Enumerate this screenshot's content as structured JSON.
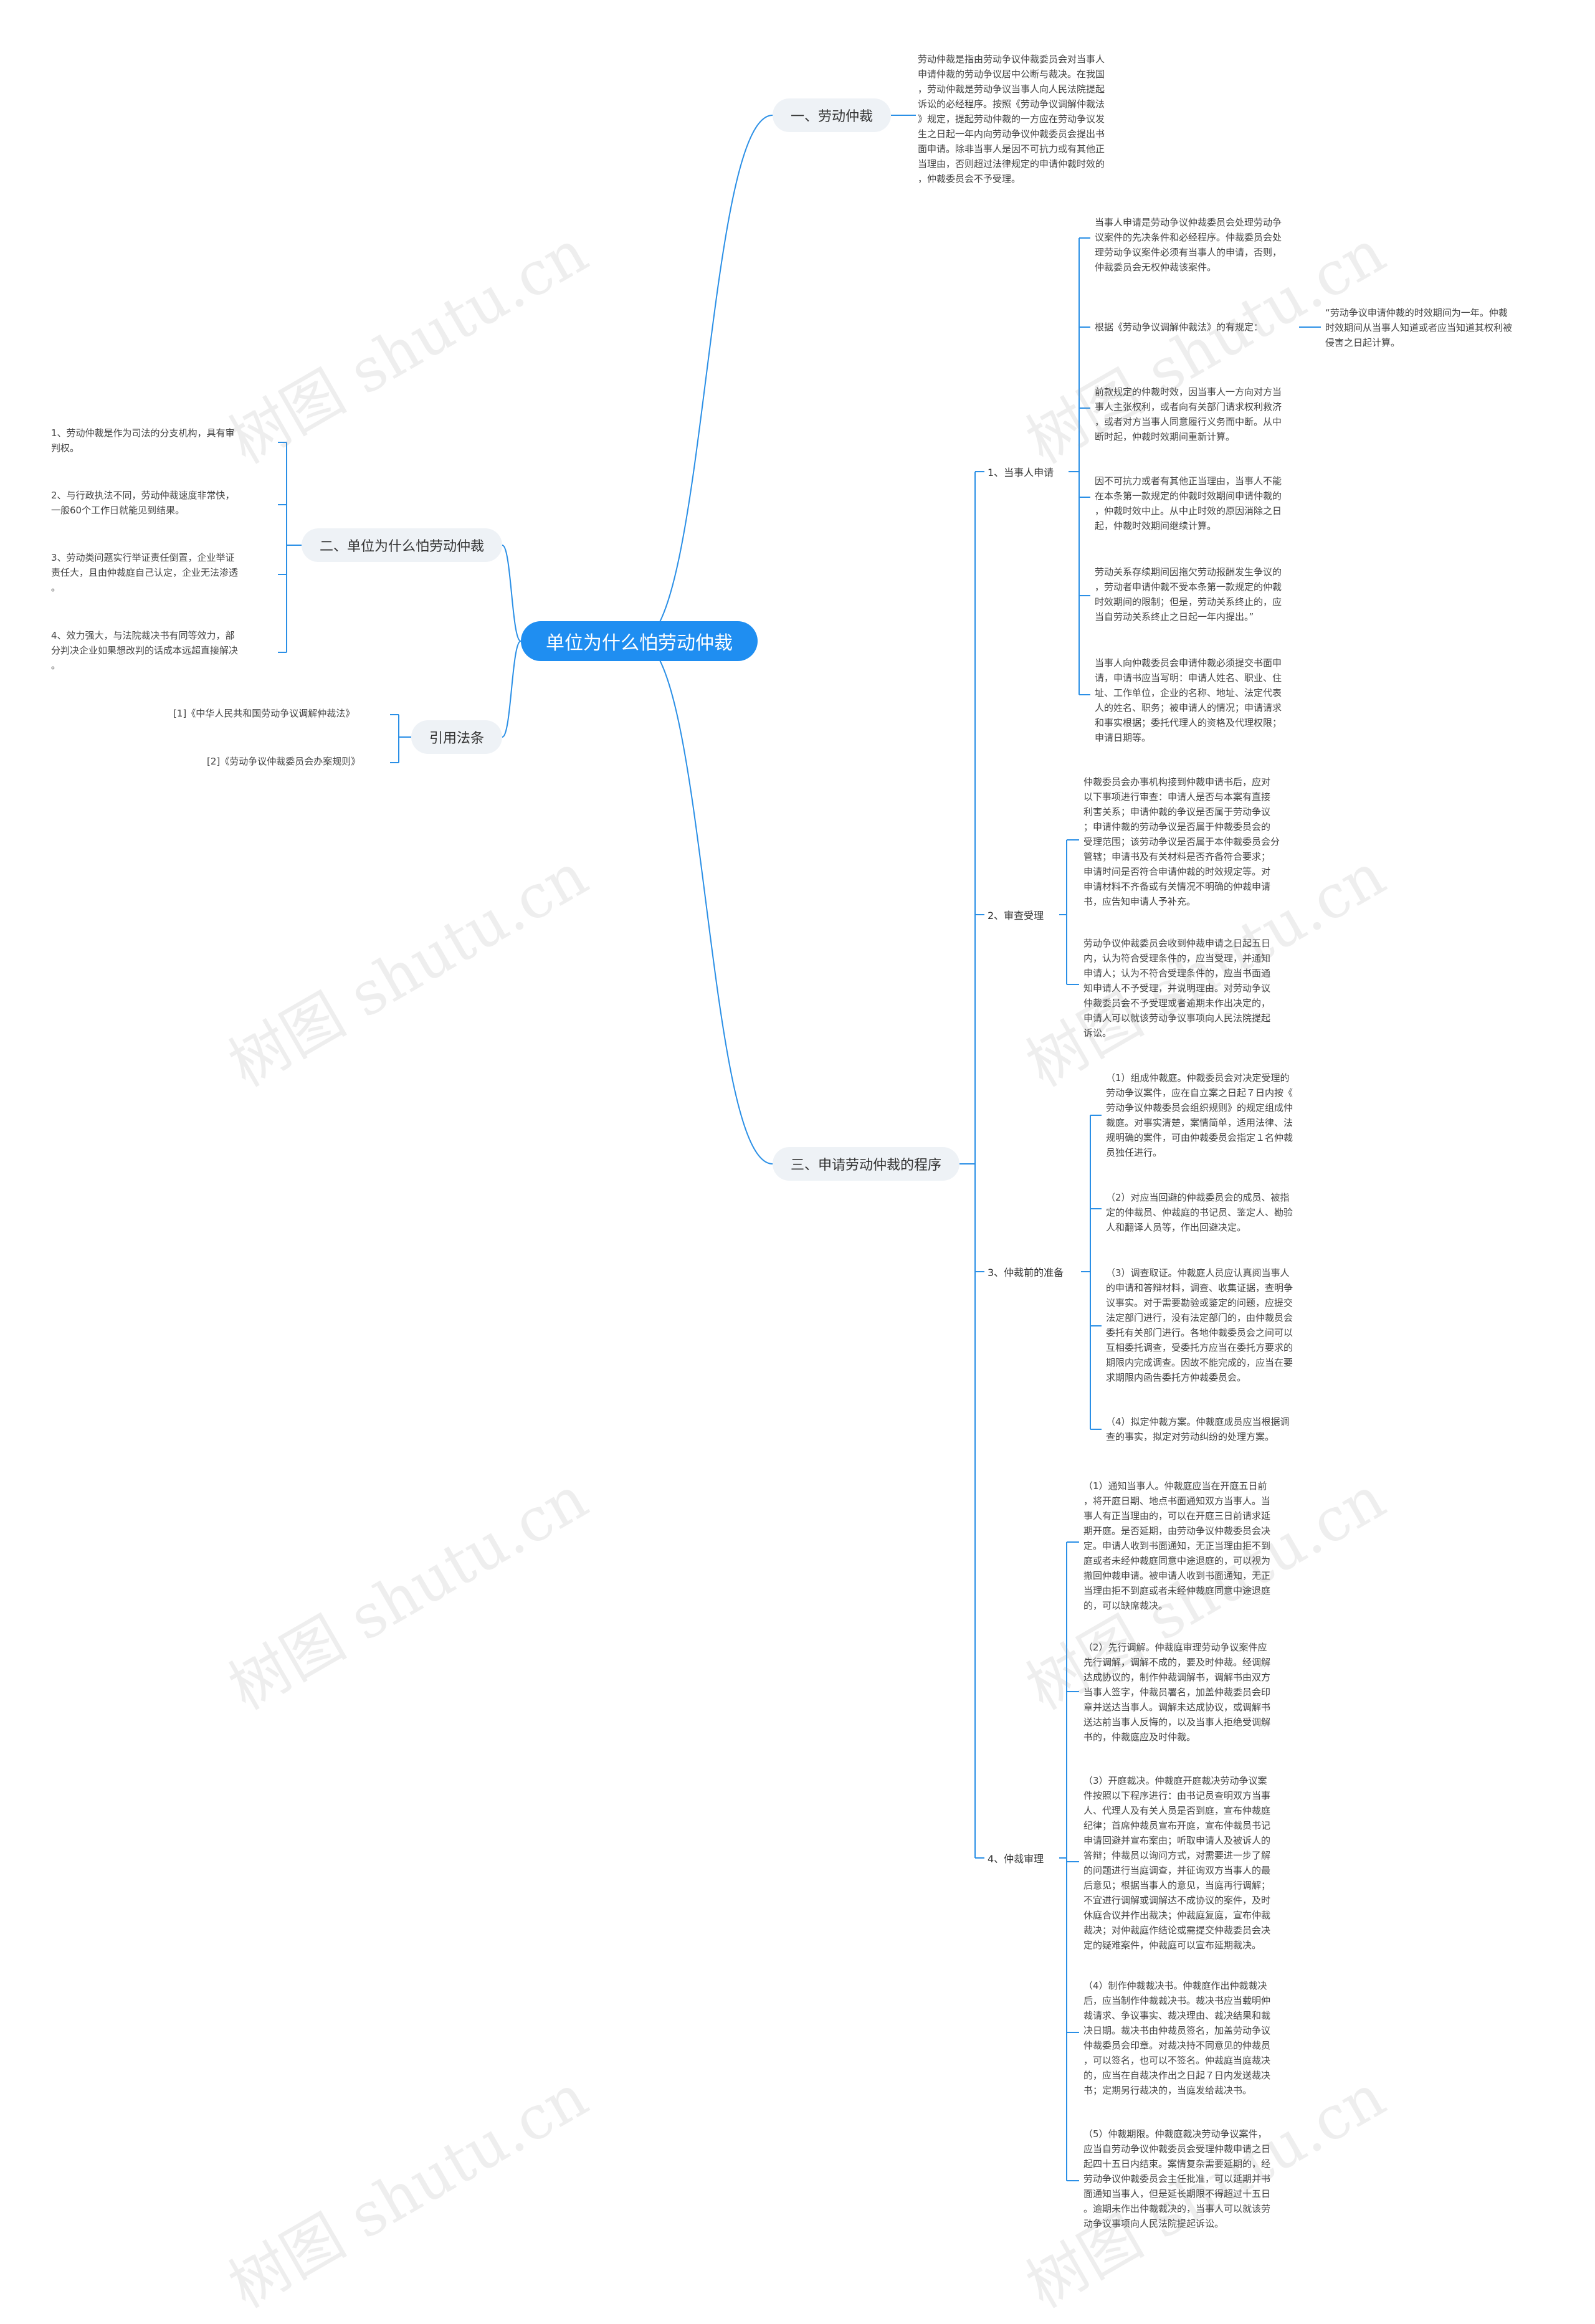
{
  "watermark": "树图 shutu.cn",
  "colors": {
    "root_bg": "#1f8ef1",
    "line": "#2a8fe6",
    "branch_bg": "#eef2f6"
  },
  "root": "单位为什么怕劳动仲裁",
  "branches": {
    "b1": {
      "label": "一、劳动仲裁",
      "text": "劳动仲裁是指由劳动争议仲裁委员会对当事人\n申请仲裁的劳动争议居中公断与裁决。在我国\n，劳动仲裁是劳动争议当事人向人民法院提起\n诉讼的必经程序。按照《劳动争议调解仲裁法\n》规定，提起劳动仲裁的一方应在劳动争议发\n生之日起一年内向劳动争议仲裁委员会提出书\n面申请。除非当事人是因不可抗力或有其他正\n当理由，否则超过法律规定的申请仲裁时效的\n，仲裁委员会不予受理。"
    },
    "b2": {
      "label": "二、单位为什么怕劳动仲裁",
      "items": [
        "1、劳动仲裁是作为司法的分支机构，具有审\n判权。",
        "2、与行政执法不同，劳动仲裁速度非常快，\n一般60个工作日就能见到结果。",
        "3、劳动类问题实行举证责任倒置，企业举证\n责任大，且由仲裁庭自己认定，企业无法渗透\n。",
        "4、效力强大，与法院裁决书有同等效力，部\n分判决企业如果想改判的话成本远超直接解决\n。"
      ]
    },
    "b3": {
      "label": "引用法条",
      "items": [
        "[1]《中华人民共和国劳动争议调解仲裁法》",
        "[2]《劳动争议仲裁委员会办案规则》"
      ]
    },
    "b4": {
      "label": "三、申请劳动仲裁的程序",
      "s1": {
        "label": "1、当事人申请",
        "n1": "当事人申请是劳动争议仲裁委员会处理劳动争\n议案件的先决条件和必经程序。仲裁委员会处\n理劳动争议案件必须有当事人的申请，否则，\n仲裁委员会无权仲裁该案件。",
        "n2": "根据《劳动争议调解仲裁法》的有规定：",
        "n2_quote": "“劳动争议申请仲裁的时效期间为一年。仲裁\n时效期间从当事人知道或者应当知道其权利被\n侵害之日起计算。",
        "n3": "前款规定的仲裁时效，因当事人一方向对方当\n事人主张权利，或者向有关部门请求权利救济\n，或者对方当事人同意履行义务而中断。从中\n断时起，仲裁时效期间重新计算。",
        "n4": "因不可抗力或者有其他正当理由，当事人不能\n在本条第一款规定的仲裁时效期间申请仲裁的\n，仲裁时效中止。从中止时效的原因消除之日\n起，仲裁时效期间继续计算。",
        "n5": "劳动关系存续期间因拖欠劳动报酬发生争议的\n，劳动者申请仲裁不受本条第一款规定的仲裁\n时效期间的限制；但是，劳动关系终止的，应\n当自劳动关系终止之日起一年内提出。”",
        "n6": "当事人向仲裁委员会申请仲裁必须提交书面申\n请，申请书应当写明：申请人姓名、职业、住\n址、工作单位，企业的名称、地址、法定代表\n人的姓名、职务；被申请人的情况；申请请求\n和事实根据；委托代理人的资格及代理权限；\n申请日期等。"
      },
      "s2": {
        "label": "2、审查受理",
        "n1": "仲裁委员会办事机构接到仲裁申请书后，应对\n以下事项进行审查：申请人是否与本案有直接\n利害关系；申请仲裁的争议是否属于劳动争议\n；申请仲裁的劳动争议是否属于仲裁委员会的\n受理范围；该劳动争议是否属于本仲裁委员会分\n管辖；申请书及有关材料是否齐备符合要求；\n申请时间是否符合申请仲裁的时效规定等。对\n申请材料不齐备或有关情况不明确的仲裁申请\n书，应告知申请人予补充。",
        "n2": "劳动争议仲裁委员会收到仲裁申请之日起五日\n内，认为符合受理条件的，应当受理，并通知\n申请人；认为不符合受理条件的，应当书面通\n知申请人不予受理，并说明理由。对劳动争议\n仲裁委员会不予受理或者逾期未作出决定的，\n申请人可以就该劳动争议事项向人民法院提起\n诉讼。"
      },
      "s3": {
        "label": "3、仲裁前的准备",
        "n1": "（1）组成仲裁庭。仲裁委员会对决定受理的\n劳动争议案件，应在自立案之日起７日内按《\n劳动争议仲裁委员会组织规则》的规定组成仲\n裁庭。对事实清楚，案情简单，适用法律、法\n规明确的案件，可由仲裁委员会指定１名仲裁\n员独任进行。",
        "n2": "（2）对应当回避的仲裁委员会的成员、被指\n定的仲裁员、仲裁庭的书记员、鉴定人、勘验\n人和翻译人员等，作出回避决定。",
        "n3": "（3）调查取证。仲裁庭人员应认真阅当事人\n的申请和答辩材料，调查、收集证据，查明争\n议事实。对于需要勘验或鉴定的问题，应提交\n法定部门进行，没有法定部门的，由仲裁员会\n委托有关部门进行。各地仲裁委员会之间可以\n互相委托调查，受委托方应当在委托方要求的\n期限内完成调查。因故不能完成的，应当在要\n求期限内函告委托方仲裁委员会。",
        "n4": "（4）拟定仲裁方案。仲裁庭成员应当根据调\n查的事实，拟定对劳动纠纷的处理方案。"
      },
      "s4": {
        "label": "4、仲裁审理",
        "n1": "（1）通知当事人。仲裁庭应当在开庭五日前\n，将开庭日期、地点书面通知双方当事人。当\n事人有正当理由的，可以在开庭三日前请求延\n期开庭。是否延期，由劳动争议仲裁委员会决\n定。申请人收到书面通知，无正当理由拒不到\n庭或者未经仲裁庭同意中途退庭的，可以视为\n撤回仲裁申请。被申请人收到书面通知，无正\n当理由拒不到庭或者未经仲裁庭同意中途退庭\n的，可以缺席裁决。",
        "n2": "（2）先行调解。仲裁庭审理劳动争议案件应\n先行调解，调解不成的，要及时仲裁。经调解\n达成协议的，制作仲裁调解书，调解书由双方\n当事人签字，仲裁员署名，加盖仲裁委员会印\n章并送达当事人。调解未达成协议，或调解书\n送达前当事人反悔的，以及当事人拒绝受调解\n书的，仲裁庭应及时仲裁。",
        "n3": "（3）开庭裁决。仲裁庭开庭裁决劳动争议案\n件按照以下程序进行：由书记员查明双方当事\n人、代理人及有关人员是否到庭，宣布仲裁庭\n纪律；首席仲裁员宣布开庭，宣布仲裁员书记\n申请回避并宣布案由；听取申请人及被诉人的\n答辩；仲裁员以询问方式，对需要进一步了解\n的问题进行当庭调查，并征询双方当事人的最\n后意见；根据当事人的意见，当庭再行调解；\n不宜进行调解或调解达不成协议的案件，及时\n休庭合议并作出裁决；仲裁庭复庭，宣布仲裁\n裁决；对仲裁庭作结论或需提交仲裁委员会决\n定的疑难案件，仲裁庭可以宣布延期裁决。",
        "n4": "（4）制作仲裁裁决书。仲裁庭作出仲裁裁决\n后，应当制作仲裁裁决书。裁决书应当载明仲\n裁请求、争议事实、裁决理由、裁决结果和裁\n决日期。裁决书由仲裁员签名，加盖劳动争议\n仲裁委员会印章。对裁决持不同意见的仲裁员\n，可以签名，也可以不签名。仲裁庭当庭裁决\n的，应当在自裁决作出之日起７日内发送裁决\n书；定期另行裁决的，当庭发给裁决书。",
        "n5": "（5）仲裁期限。仲裁庭裁决劳动争议案件，\n应当自劳动争议仲裁委员会受理仲裁申请之日\n起四十五日内结束。案情复杂需要延期的，经\n劳动争议仲裁委员会主任批准，可以延期并书\n面通知当事人，但是延长期限不得超过十五日\n。逾期未作出仲裁裁决的，当事人可以就该劳\n动争议事项向人民法院提起诉讼。"
      }
    }
  }
}
